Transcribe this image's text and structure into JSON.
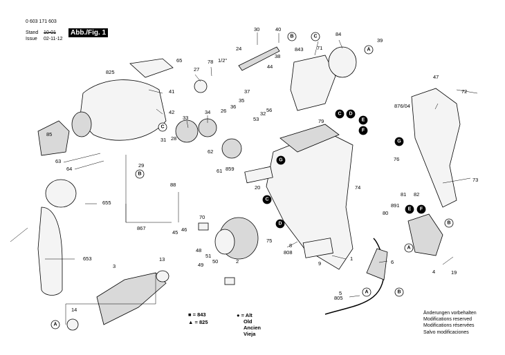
{
  "header": {
    "part_number": "0 603 171 603",
    "stand_label": "Stand",
    "stand_value": "10-01",
    "issue_label": "Issue",
    "issue_value": "02-11-12",
    "figure_label": "Abb./Fig. 1"
  },
  "callouts": {
    "A": "A",
    "B": "B",
    "C": "C",
    "D": "D",
    "E": "E",
    "F": "F",
    "G": "G"
  },
  "labels": [
    "1",
    "2",
    "3",
    "4",
    "5",
    "6",
    "8",
    "9",
    "13",
    "14",
    "19",
    "20",
    "24",
    "26",
    "27",
    "28",
    "29",
    "30",
    "31",
    "32",
    "33",
    "34",
    "35",
    "36",
    "37",
    "38",
    "39",
    "40",
    "41",
    "42",
    "44",
    "45",
    "46",
    "47",
    "48",
    "49",
    "50",
    "51",
    "53",
    "56",
    "61",
    "62",
    "63",
    "64",
    "65",
    "70",
    "71",
    "72",
    "73",
    "74",
    "75",
    "76",
    "78",
    "79",
    "80",
    "81",
    "82",
    "84",
    "85",
    "88",
    "653",
    "655",
    "805",
    "808",
    "825",
    "843",
    "859",
    "867",
    "876/04",
    "891",
    "1/2\""
  ],
  "legend": {
    "square_text": "■ = 843",
    "triangle_text": "▲ = 825",
    "dot_text": "● = Alt",
    "old_lines": [
      "Old",
      "Ancien",
      "Vieja"
    ]
  },
  "notes": [
    "Änderungen vorbehalten",
    "Modifications reserved",
    "Modifications réservées",
    "Salvo modificaciones"
  ]
}
